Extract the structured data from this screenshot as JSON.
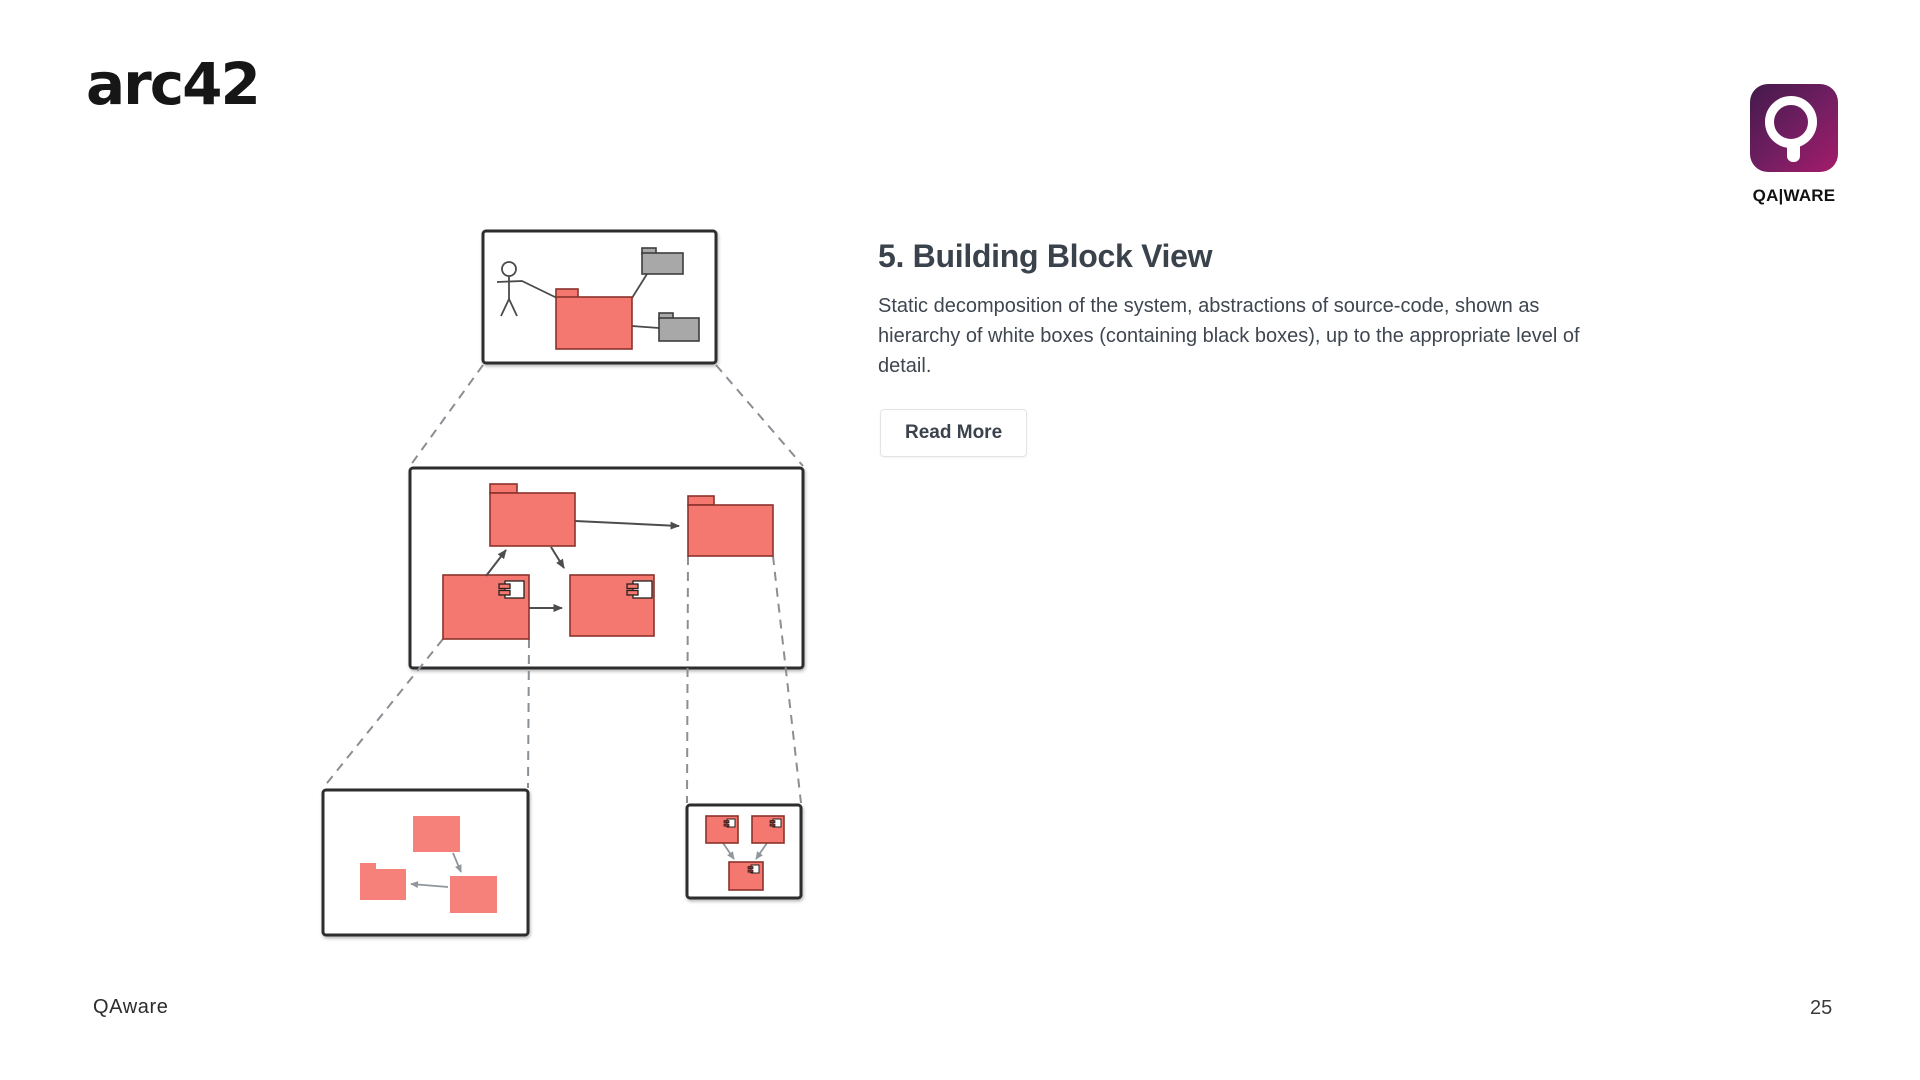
{
  "header": {
    "logo_text": "arc42",
    "qaware_label": "QA|WARE"
  },
  "content": {
    "heading": "5. Building Block View",
    "body": "Static decomposition of the system, abstractions of source-code, shown as hierarchy of white boxes (containing black boxes), up to the appropriate level of detail.",
    "read_more_label": "Read More"
  },
  "footer": {
    "brand": "QAware",
    "page_number": "25"
  },
  "colors": {
    "accent_salmon": "#f4786f",
    "shape_border_maroon": "#8a322b",
    "gray_shape": "#a8a8a8",
    "box_border": "#2d2d2d",
    "connector_gray": "#8a8f94",
    "logo_gradient_start": "#421a49",
    "logo_gradient_end": "#a51b69",
    "heading_text": "#3a424c",
    "body_text": "#3f4650"
  },
  "diagram": {
    "type": "hierarchy",
    "description": "Three-level building block decomposition with dashed zoom-in connectors",
    "levels": [
      {
        "name": "level-1-system-context",
        "contains": [
          "actor",
          "red-folder",
          "gray-folder",
          "gray-folder"
        ]
      },
      {
        "name": "level-2-decomposition",
        "contains": [
          "red-folder",
          "red-folder",
          "red-component-box",
          "red-component-box"
        ]
      },
      {
        "name": "level-3-left-detail",
        "contains": [
          "red-box",
          "red-folder",
          "red-box"
        ]
      },
      {
        "name": "level-3-right-detail",
        "contains": [
          "red-component-box",
          "red-component-box",
          "red-component-box"
        ]
      }
    ]
  }
}
